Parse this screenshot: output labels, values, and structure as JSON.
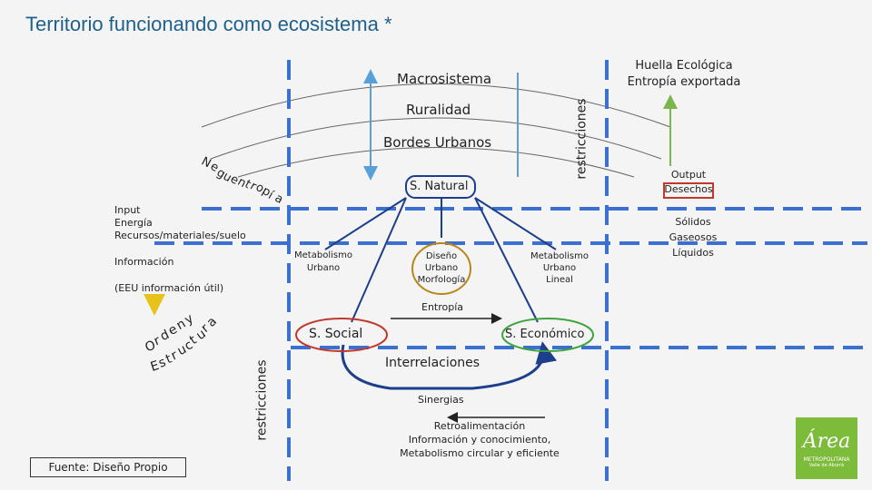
{
  "title": "Territorio funcionando como ecosistema *",
  "rings": {
    "macrosistema": "Macrosistema",
    "ruralidad": "Ruralidad",
    "bordes": "Bordes Urbanos"
  },
  "neguentropia": [
    "N",
    "e",
    "g",
    "u",
    "e",
    "n",
    "t",
    "r",
    "o",
    "p",
    "í",
    "a"
  ],
  "orden": [
    "O",
    "r",
    "d",
    "e",
    "n",
    "y"
  ],
  "estructura": [
    "E",
    "s",
    "t",
    "r",
    "u",
    "c",
    "t",
    "u",
    "r",
    "a"
  ],
  "restricciones_top": "restricciones",
  "restricciones_bottom": "restricciones",
  "huella": {
    "line1": "Huella Ecológica",
    "line2": "Entropía exportada"
  },
  "output": {
    "line1": "Output",
    "line2": "Desechos"
  },
  "solidos": {
    "line1": "Sólidos",
    "line2": "Gaseosos",
    "line3": "Líquidos"
  },
  "input": {
    "line1": "Input",
    "line2": "Energía",
    "line3": "Recursos/materiales/suelo"
  },
  "informacion": "Información",
  "eeu": "(EEU información útil)",
  "s_natural": "S. Natural",
  "metab_urbano": {
    "line1": "Metabolismo",
    "line2": "Urbano"
  },
  "diseno": {
    "line1": "Diseño",
    "line2": "Urbano",
    "line3": "Morfología"
  },
  "metab_lineal": {
    "line1": "Metabolismo",
    "line2": "Urbano",
    "line3": "Lineal"
  },
  "entropia": "Entropía",
  "s_social": "S. Social",
  "s_economico": "S. Económico",
  "interrelaciones": "Interrelaciones",
  "sinergias": "Sinergias",
  "retro": {
    "line1": "Retroalimentación",
    "line2": "Información y conocimiento,",
    "line3": "Metabolismo circular y eficiente"
  },
  "fuente": "Fuente: Diseño Propio",
  "logo": {
    "word": "Área",
    "sub1": "METROPOLITANA",
    "sub2": "Valle de Aburrá"
  },
  "colors": {
    "title": "#1f5f8b",
    "dashed": "#3b6fd0",
    "arrows": "#5aa0d8",
    "green_arrow": "#7ab64a",
    "yellow_arrow": "#e6c21a",
    "red": "#c0392b",
    "logo": "#7dbb3a",
    "natural_border": "#1d3e8a",
    "diseno_border": "#b8861b",
    "economico_border": "#3ea53e",
    "social_border": "#c0392b"
  }
}
